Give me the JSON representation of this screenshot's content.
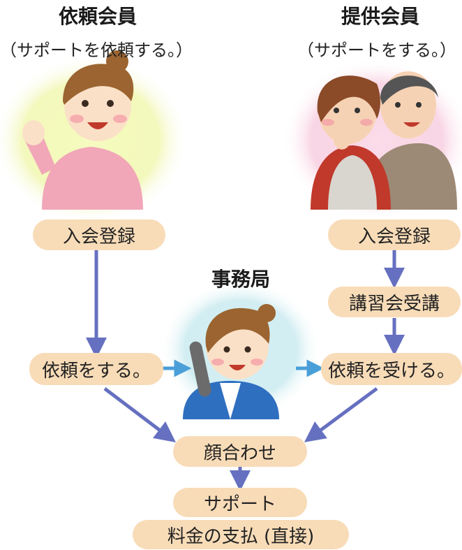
{
  "requester": {
    "title": "依頼会員",
    "subtitle": "（サポートを依頼する。）",
    "steps": [
      "入会登録",
      "依頼をする。"
    ]
  },
  "provider": {
    "title": "提供会員",
    "subtitle": "（サポートをする。）",
    "steps": [
      "入会登録",
      "講習会受講",
      "依頼を受ける。"
    ]
  },
  "office": {
    "title": "事務局"
  },
  "common_steps": [
    "顔合わせ",
    "サポート",
    "料金の支払 (直接)"
  ],
  "colors": {
    "pill": "#f8dcb8",
    "arrow": "#6670c0",
    "arrow_light": "#4a9fd8",
    "requester_glow": "#eef5a0",
    "provider_glow": "#f7c8dc",
    "office_glow": "#bfe6ec"
  }
}
